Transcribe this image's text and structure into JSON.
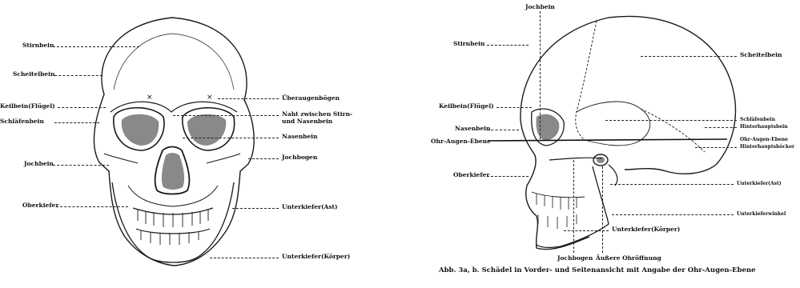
{
  "front_view": {
    "labels_left": {
      "stirnbein": "Stirnbein",
      "scheitelbein": "Scheitelbein",
      "keilbein": "Keilbein(Flügel)",
      "schlaefenbein": "Schläfenbein",
      "jochbein": "Jochbein",
      "oberkiefer": "Oberkiefer"
    },
    "labels_right": {
      "ueberaugenboegen": "Überaugenbögen",
      "naht": "Naht zwischen Stirn-\nund Nasenbein",
      "nasenbein": "Nasenbein",
      "jochbogen": "Jochbogen",
      "unterkiefer_ast": "Unterkiefer(Ast)",
      "unterkiefer_koerper": "Unterkiefer(Körper)"
    }
  },
  "side_view": {
    "labels_left": {
      "stirnbein": "Stirnbein",
      "keilbein": "Keilbein(Flügel)",
      "nasenbein": "Nasenbein",
      "ohr_augen_ebene": "Ohr-Augen-Ebene",
      "oberkiefer": "Oberkiefer"
    },
    "labels_top": {
      "jochbein": "Jochbein"
    },
    "labels_right": {
      "scheitelbein": "Scheitelbein",
      "schlaefenbein": "Schläfenbein",
      "hinterhauptsbein": "Hinterhauptsbein",
      "ohr_augen_ebene": "Ohr-Augen-Ebene",
      "hinterhauptshoecker": "Hinterhauptshöcker",
      "unterkiefer_ast": "Unterkiefer(Ast)",
      "unterkieferwinkel": "Unterkieferwinkel",
      "unterkiefer_koerper": "Unterkiefer(Körper)"
    },
    "labels_bottom": {
      "jochbogen": "Jochbogen",
      "aeussere_ohroeffnung": "Äußere Ohröffnung"
    }
  },
  "caption": "Abb. 3a, b. Schädel in Vorder- und Seitenansicht mit Angabe der Ohr-Augen-Ebene"
}
